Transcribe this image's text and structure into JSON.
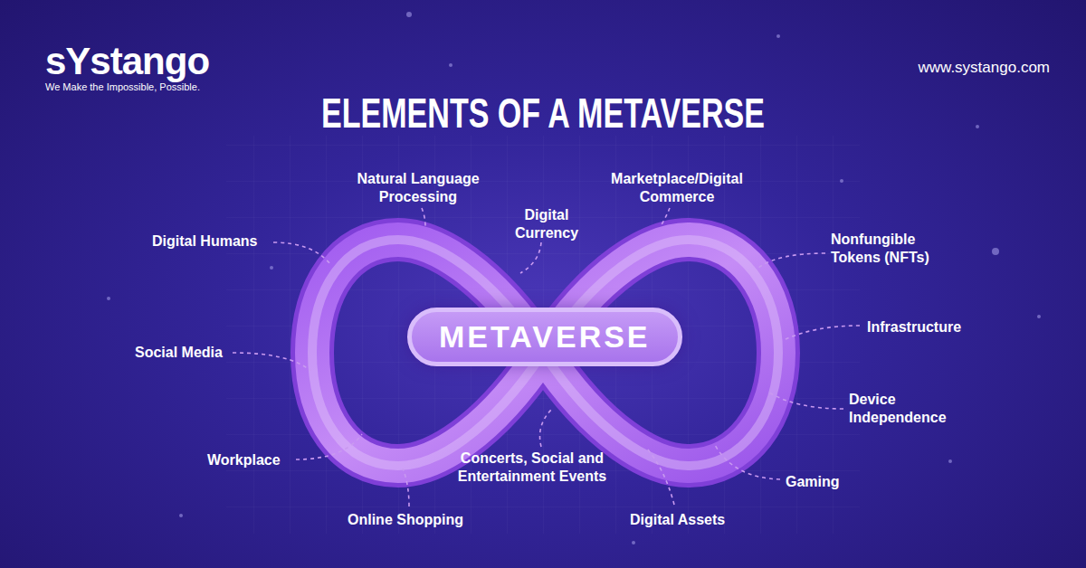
{
  "diagram": {
    "title": "ELEMENTS OF A METAVERSE",
    "nodes": [
      {
        "text": [
          "METAVERSE"
        ]
      }
    ],
    "labels": [
      "sYstango",
      "We Make the Impossible, Possible.",
      "www.systango.com",
      "Natural Language Processing",
      "Marketplace/Digital Commerce",
      "Digital Currency",
      "Digital Humans",
      "Nonfungible Tokens (NFTs)",
      "Infrastructure",
      "Social Media",
      "Device Independence",
      "Workplace",
      "Concerts, Social and Entertainment Events",
      "Gaming",
      "Online Shopping",
      "Digital Assets"
    ]
  }
}
